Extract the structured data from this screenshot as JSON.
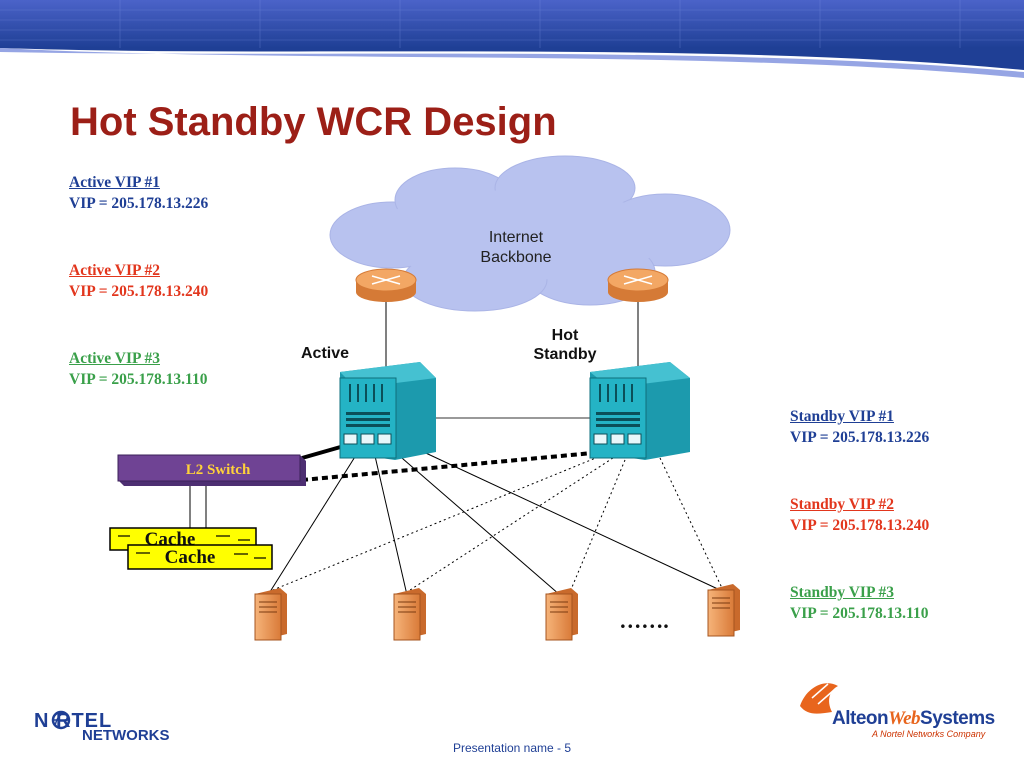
{
  "slide": {
    "title": "Hot Standby WCR Design",
    "footer": "Presentation name - 5"
  },
  "active_vips": [
    {
      "heading": "Active VIP #1",
      "vip": "VIP = 205.178.13.226",
      "color": "#1f3f95"
    },
    {
      "heading": "Active VIP #2",
      "vip": "VIP = 205.178.13.240",
      "color": "#e2361d"
    },
    {
      "heading": "Active VIP #3",
      "vip": "VIP = 205.178.13.110",
      "color": "#3aa04a"
    }
  ],
  "standby_vips": [
    {
      "heading": "Standby VIP #1",
      "vip": "VIP = 205.178.13.226",
      "color": "#1f3f95"
    },
    {
      "heading": "Standby VIP #2",
      "vip": "VIP = 205.178.13.240",
      "color": "#e2361d"
    },
    {
      "heading": "Standby VIP #3",
      "vip": "VIP = 205.178.13.110",
      "color": "#3aa04a"
    }
  ],
  "diagram": {
    "cloud_line1": "Internet",
    "cloud_line2": "Backbone",
    "active_label": "Active",
    "hot_label": "Hot",
    "standby_label": "Standby",
    "l2_switch_label": "L2 Switch",
    "cache_label": "Cache",
    "ellipsis": "……."
  },
  "logos": {
    "nortel_line1": "N RTEL",
    "nortel_line2": "NETWORKS",
    "alteon_prefix": "Alteon",
    "alteon_web": "Web",
    "alteon_suffix": "Systems",
    "alteon_tag": "A Nortel Networks Company"
  },
  "colors": {
    "title": "#9c1f17",
    "accent_blue": "#1f3f95",
    "cloud": "#b8c2ef",
    "switch_body": "#1fa0b2",
    "server": "#f0a060",
    "l2_switch": "#6f4394",
    "cache_fill": "#ffff00"
  }
}
